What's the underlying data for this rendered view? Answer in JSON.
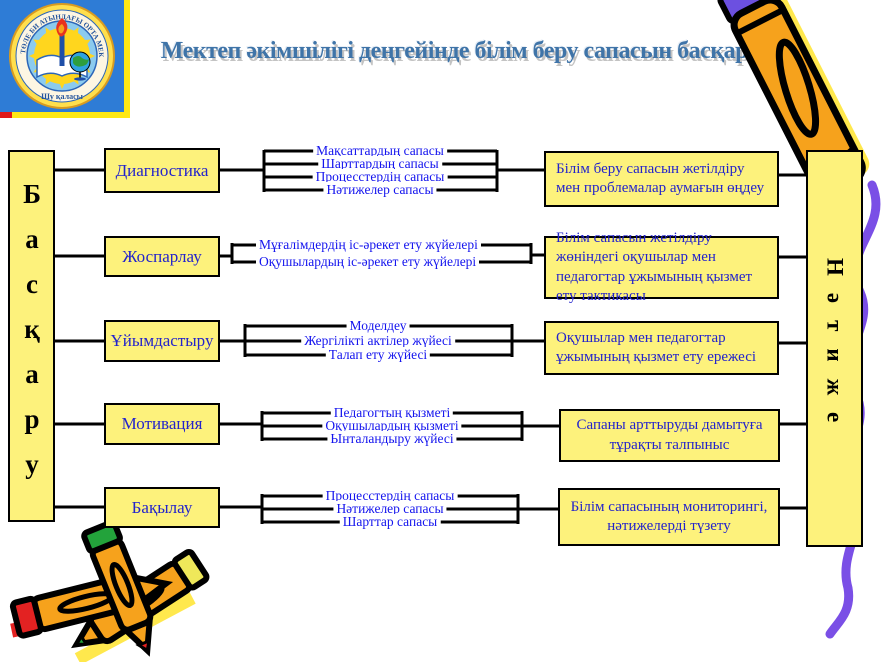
{
  "logo": {
    "ring_text": "ТӨЛЕ БИ АТЫНДАҒЫ ОРТА МЕКТЕП",
    "city_text": "Шу қаласы"
  },
  "title": "Мектеп әкімшілігі деңгейінде білім беру сапасын басқару",
  "left_label": "Басқару",
  "right_label": "Нәтиже",
  "rows": [
    {
      "stage": "Диагностика",
      "items": [
        "Мақсаттардың сапасы",
        "Шарттардың сапасы",
        "Процесстердің сапасы",
        "Нәтижелер сапасы"
      ],
      "result": "Білім беру сапасын жетілдіру мен проблемалар аумағын өңдеу"
    },
    {
      "stage": "Жоспарлау",
      "items": [
        "Мұғалімдердің іс-әрекет ету жүйелері",
        "Оқушылардың іс-әрекет ету жүйелері"
      ],
      "result": "Білім сапасын жетілдіру жөніндегі оқушылар мен педагогтар ұжымының қызмет ету тактикасы"
    },
    {
      "stage": "Ұйымдастыру",
      "items": [
        "Моделдеу",
        "Жергілікті актілер жүйесі",
        "Талап ету жүйесі"
      ],
      "result": "Оқушылар мен педагогтар ұжымының қызмет ету ережесі"
    },
    {
      "stage": "Мотивация",
      "items": [
        "Педагогтың қызметі",
        "Оқушылардың қызметі",
        "Ынталандыру жүйесі"
      ],
      "result": "Сапаны арттыруды дамытуға тұрақты талпыныс"
    },
    {
      "stage": "Бақылау",
      "items": [
        "Процесстердің сапасы",
        "Нәтижелер сапасы",
        "Шарттар сапасы"
      ],
      "result": "Білім сапасының мониторингі, нәтижелерді түзету"
    }
  ],
  "colors": {
    "box_fill": "#FDF27C",
    "connector": "#000000",
    "item_text": "#1414EE",
    "box_text": "#2323CC",
    "title_text": "#3F74A8",
    "logo_bg": "#2E7CD6",
    "pencil_orange": "#F6A21C",
    "squiggle_purple": "#7A4FE6"
  }
}
